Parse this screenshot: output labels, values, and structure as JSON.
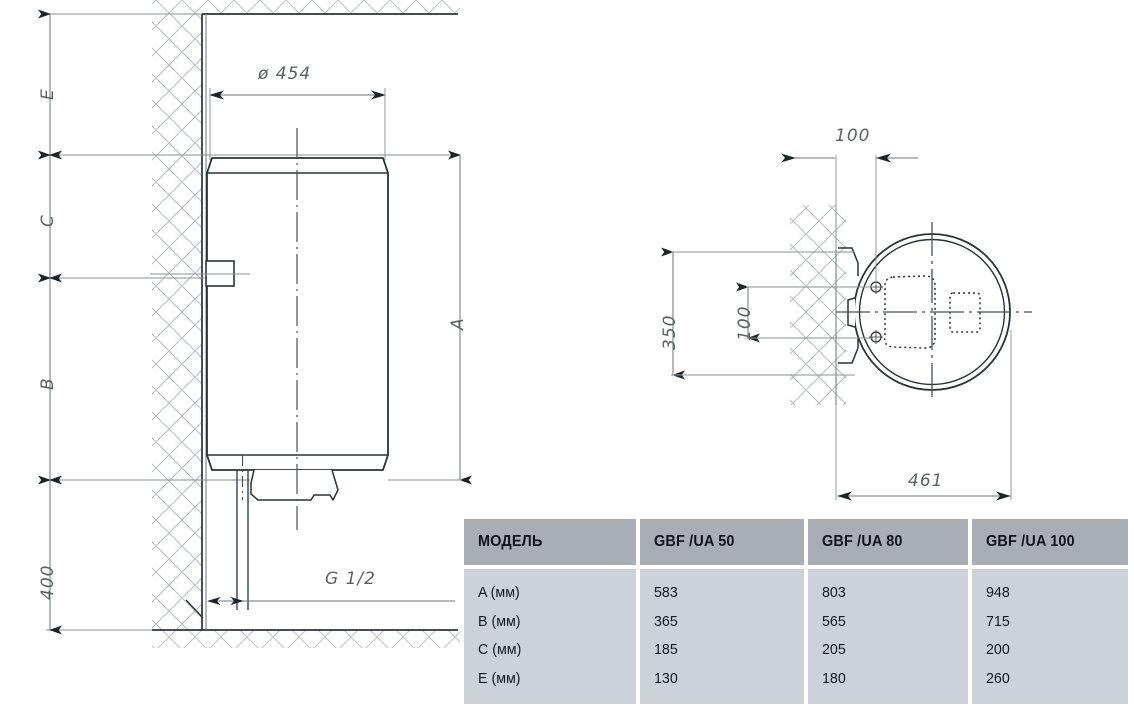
{
  "drawing": {
    "side_view": {
      "labels": {
        "E": "E",
        "C": "C",
        "B": "B",
        "bottom_clearance": "400",
        "A": "A",
        "diameter": "ø 454",
        "thread": "G 1/2"
      }
    },
    "top_view": {
      "labels": {
        "top_offset": "100",
        "bracket_spacing_outer": "350",
        "bracket_spacing_inner": "100",
        "overall_depth": "461"
      }
    },
    "colors": {
      "outline": "#2b3238",
      "thin_line": "#6e747a",
      "hatch": "#b9bec4",
      "centerline": "#4a5056",
      "dim_text": "#5d6166"
    }
  },
  "table": {
    "headers": [
      "МОДЕЛЬ",
      "GBF /UA 50",
      "GBF /UA 80",
      "GBF /UA 100"
    ],
    "rows": [
      {
        "label": "A (мм)",
        "v50": "583",
        "v80": "803",
        "v100": "948"
      },
      {
        "label": "B (мм)",
        "v50": "365",
        "v80": "565",
        "v100": "715"
      },
      {
        "label": "C (мм)",
        "v50": "185",
        "v80": "205",
        "v100": "200"
      },
      {
        "label": "E (мм)",
        "v50": "130",
        "v80": "180",
        "v100": "260"
      }
    ],
    "column_labels_joined": "A (мм)\nB (мм)\nC (мм)\nE (мм)",
    "colors": {
      "header_bg": "#a9aeb4",
      "body_bg": "#ccd2d8",
      "text": "#15191d"
    }
  }
}
